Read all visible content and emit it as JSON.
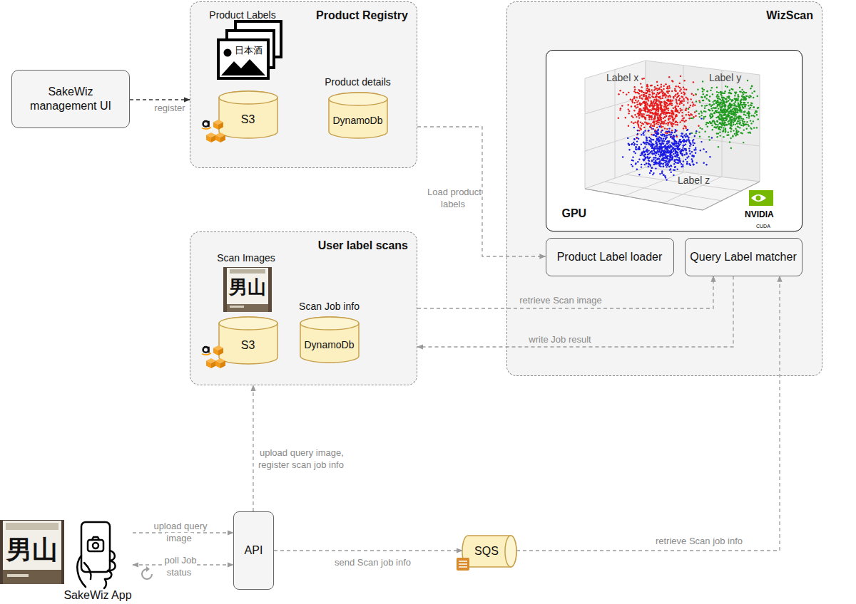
{
  "diagram": {
    "nodes": [
      {
        "text": [
          "SakeWiz management UI"
        ]
      },
      {
        "text": [
          "Product Registry"
        ]
      },
      {
        "text": [
          "S3"
        ],
        "in": 1
      },
      {
        "text": [
          "Product details",
          "DynamoDb"
        ],
        "in": 1
      },
      {
        "text": [
          "WizScan"
        ]
      },
      {
        "text": [
          "GPU"
        ],
        "in": 4
      },
      {
        "text": [
          "Product Label loader"
        ],
        "in": 4
      },
      {
        "text": [
          "Query Label matcher"
        ],
        "in": 4
      },
      {
        "text": [
          "User label scans"
        ]
      },
      {
        "text": [
          "S3"
        ],
        "in": 8
      },
      {
        "text": [
          "Scan Job info",
          "DynamoDb"
        ],
        "in": 8
      },
      {
        "text": [
          "SakeWiz App"
        ]
      },
      {
        "text": [
          "API"
        ]
      },
      {
        "text": [
          "SQS"
        ]
      }
    ],
    "edges": [
      {
        "from": 0,
        "to": 1,
        "label": "register",
        "arrow": "to"
      },
      {
        "from": 1,
        "to": 6,
        "label": "Load product labels",
        "arrow": "to"
      },
      {
        "from": 8,
        "to": 7,
        "label": "retrieve Scan image",
        "arrow": "to"
      },
      {
        "from": 7,
        "to": 8,
        "label": "write Job result",
        "arrow": "to"
      },
      {
        "from": 11,
        "to": 12,
        "label": "upload query image",
        "arrow": "to"
      },
      {
        "from": 11,
        "to": 12,
        "label": "poll Job status",
        "arrow": "both"
      },
      {
        "from": 12,
        "to": 8,
        "label": "upload query image, register scan job info",
        "arrow": "to"
      },
      {
        "from": 12,
        "to": 13,
        "label": "send Scan job info",
        "arrow": "to"
      },
      {
        "from": 13,
        "to": 7,
        "label": "retrieve Scan job info",
        "arrow": "to"
      }
    ],
    "labels": [
      "Product Labels",
      "日本酒",
      "Label x",
      "Label y",
      "Label z",
      "NVIDIA",
      "CUDA",
      "Scan Images",
      "男山",
      "男山"
    ]
  }
}
